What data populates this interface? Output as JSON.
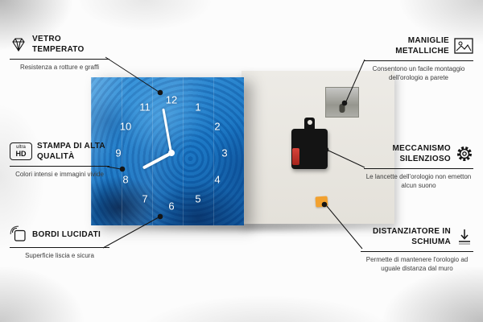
{
  "features": {
    "vetro_temperato": {
      "title": "VETRO TEMPERATO",
      "desc": "Resistenza a rotture e graffi"
    },
    "stampa_alta_qualita": {
      "title": "STAMPA DI ALTA QUALITÀ",
      "desc": "Colori intensi e immagini vivide"
    },
    "bordi_lucidati": {
      "title": "BORDI LUCIDATI",
      "desc": "Superficie liscia e sicura"
    },
    "maniglie_metalliche": {
      "title": "MANIGLIE METALLICHE",
      "desc": "Consentono un facile montaggio dell'orologio a parete"
    },
    "meccanismo_silenzioso": {
      "title": "MECCANISMO SILENZIOSO",
      "desc": "Le lancette dell'orologio non emetton alcun suono"
    },
    "distanziatore_schiuma": {
      "title": "DISTANZIATORE IN SCHIUMA",
      "desc": "Permette di mantenere l'orologio ad uguale distanza dal muro"
    }
  },
  "badges": {
    "ultra_hd_line1": "ultra",
    "ultra_hd_line2": "HD"
  },
  "clock": {
    "numbers": [
      "12",
      "1",
      "2",
      "3",
      "4",
      "5",
      "6",
      "7",
      "8",
      "9",
      "10",
      "11"
    ]
  },
  "colors": {
    "clock_blue": "#1470c0",
    "clock_dark_blue": "#0b4f96",
    "back_panel_gray": "#e9e6e0",
    "foam_orange": "#f2a12f",
    "battery_red": "#c0392b",
    "line_black": "#141414"
  }
}
